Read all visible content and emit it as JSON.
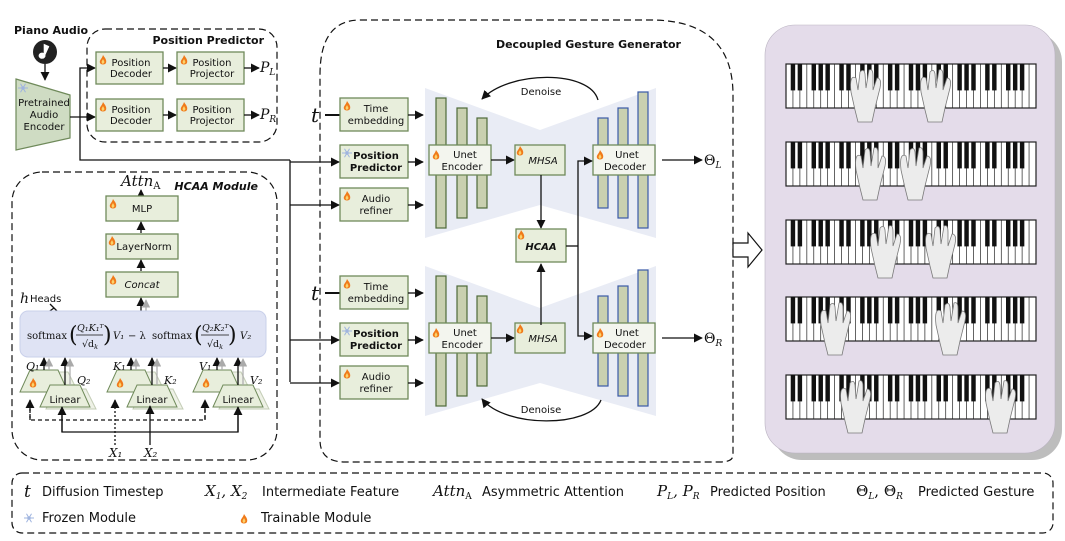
{
  "input": {
    "title": "Piano Audio",
    "icon": "music-note-icon"
  },
  "encoder": {
    "label_line1": "Pretrained",
    "label_line2": "Audio",
    "label_line3": "Encoder",
    "status": "frozen"
  },
  "position_predictor": {
    "title": "Position Predictor",
    "rows": [
      {
        "decoder_l1": "Position",
        "decoder_l2": "Decoder",
        "projector_l1": "Position",
        "projector_l2": "Projector",
        "output": "P",
        "output_sub": "L"
      },
      {
        "decoder_l1": "Position",
        "decoder_l2": "Decoder",
        "projector_l1": "Position",
        "projector_l2": "Projector",
        "output": "P",
        "output_sub": "R"
      }
    ]
  },
  "hcaa_module": {
    "title": "HCAA Module",
    "output": "Attn",
    "output_sub": "A",
    "mlp": "MLP",
    "layernorm": "LayerNorm",
    "concat": "Concat",
    "heads_label": "Heads",
    "heads_symbol": "h",
    "formula": "softmax((Q1K1ᵀ)/√dk) V1 − λ softmax((Q2K2ᵀ)/√dk) V2",
    "formula_parts": {
      "softmax": "softmax",
      "frac1_num": "Q₁K₁ᵀ",
      "frac2_num": "Q₂K₂ᵀ",
      "frac_den": "√d",
      "frac_den_sub": "k",
      "v1": "V₁",
      "minus_lambda": "− λ",
      "v2": "V₂"
    },
    "linear_label": "Linear",
    "projections": [
      {
        "a": "Q₁",
        "b": "Q₂"
      },
      {
        "a": "K₁",
        "b": "K₂"
      },
      {
        "a": "V₁",
        "b": "V₂"
      }
    ],
    "inputs": [
      "X₁",
      "X₂"
    ]
  },
  "generator": {
    "title": "Decoupled Gesture Generator",
    "time_symbol": "t",
    "branches": [
      {
        "time_l1": "Time",
        "time_l2": "embedding",
        "pos_l1": "Position",
        "pos_l2": "Predictor",
        "audio_l1": "Audio",
        "audio_l2": "refiner",
        "enc_l1": "Unet",
        "enc_l2": "Encoder",
        "mhsa": "MHSA",
        "dec_l1": "Unet",
        "dec_l2": "Decoder",
        "denoise": "Denoise",
        "output": "Θ",
        "output_sub": "L"
      },
      {
        "time_l1": "Time",
        "time_l2": "embedding",
        "pos_l1": "Position",
        "pos_l2": "Predictor",
        "audio_l1": "Audio",
        "audio_l2": "refiner",
        "enc_l1": "Unet",
        "enc_l2": "Encoder",
        "mhsa": "MHSA",
        "dec_l1": "Unet",
        "dec_l2": "Decoder",
        "denoise": "Denoise",
        "output": "Θ",
        "output_sub": "R"
      }
    ],
    "hcaa": "HCAA"
  },
  "results_panel": {
    "keyboards": 5,
    "bg_color": "#e4dcea"
  },
  "legend": {
    "row1": [
      {
        "symbol": "t",
        "text": "Diffusion Timestep"
      },
      {
        "symbol": "X₁, X₂",
        "text": "Intermediate Feature"
      },
      {
        "symbol": "Attn_A",
        "text": "Asymmetric Attention"
      },
      {
        "symbol": "P_L, P_R",
        "text": "Predicted Position"
      },
      {
        "symbol": "Θ_L, Θ_R",
        "text": "Predicted Gesture"
      }
    ],
    "row2": [
      {
        "icon": "snowflake-icon",
        "text": "Frozen Module"
      },
      {
        "icon": "flame-icon",
        "text": "Trainable Module"
      }
    ]
  },
  "colors": {
    "module_fill": "#e8eedc",
    "module_stroke": "#6f8a5a",
    "bar_fill": "#c9d0b0",
    "decoder_bar_stroke": "#3a5aa8",
    "formula_fill": "#dfe3f4",
    "unet_bg": "#e9ecf5",
    "legend_bg": "#e6e6e6",
    "flame": "#f07a1a",
    "snowflake": "#9fb4df"
  }
}
